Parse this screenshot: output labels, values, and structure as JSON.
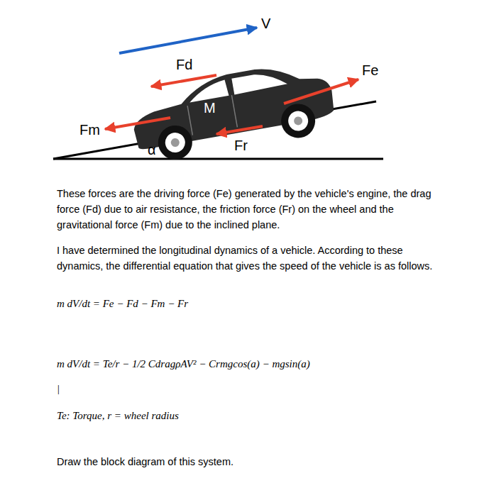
{
  "diagram": {
    "labels": [
      "V",
      "Fd",
      "Fe",
      "M",
      "Fm",
      "Fr",
      "α",
      "These forces are the driving force (Fe) generated by the vehicle's engine, the drag force (Fd) due to air resistance, the friction force (Fr) on the wheel and the gravitational force (Fm) due to the inclined plane.",
      "I have determined the longitudinal dynamics of a vehicle. According to these dynamics, the differential equation that gives the speed of the vehicle is as follows.",
      "m dV/dt = Fe − Fd − Fm − Fr",
      "m dV/dt = Te/r − 1/2 CdragρAV² − Crmgcos(a) − mgsin(a)",
      "|",
      "Te: Torque, r = wheel radius",
      "Draw the block diagram of this system."
    ]
  }
}
